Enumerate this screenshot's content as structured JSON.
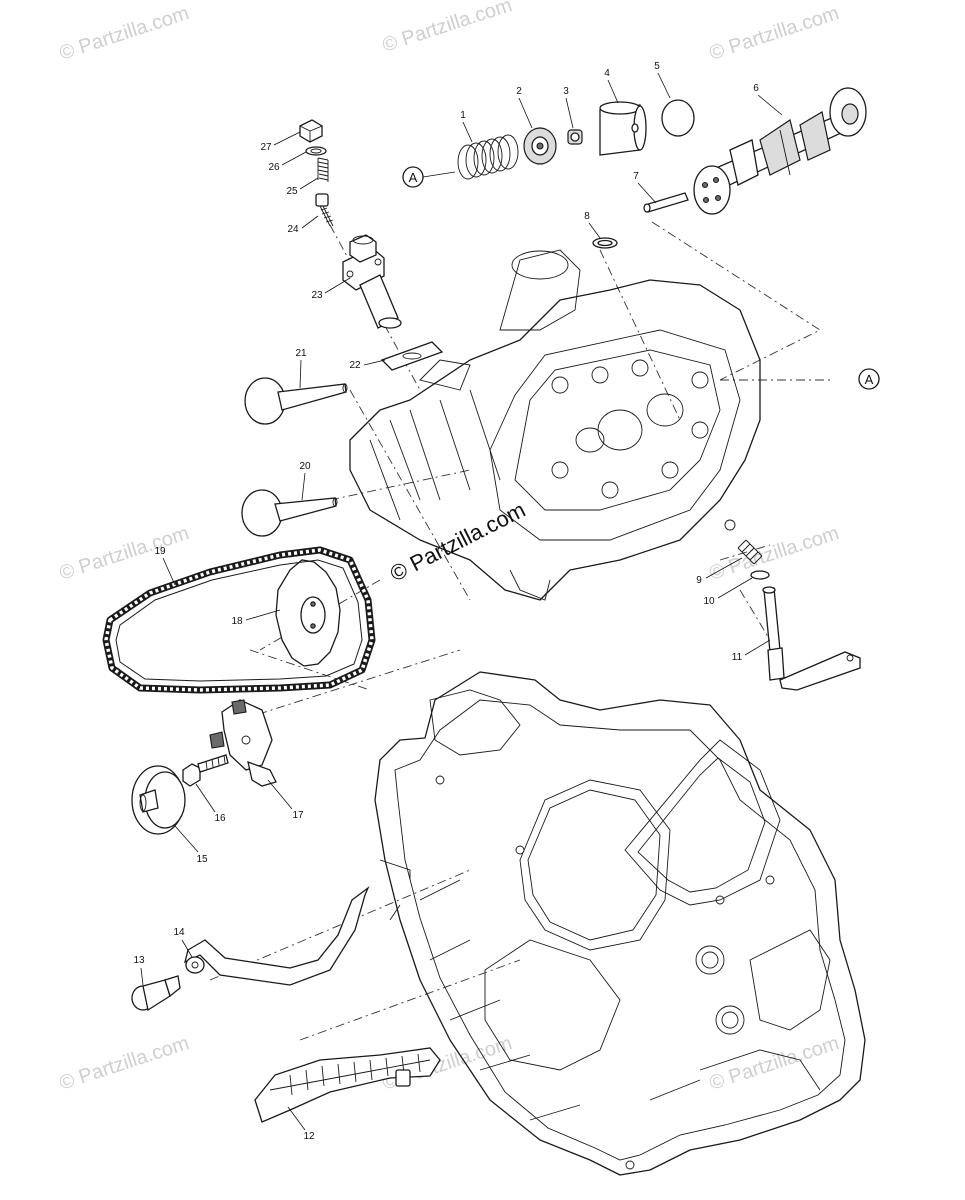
{
  "watermarks": {
    "corner_text": "© Partzilla.com",
    "center_text": "© Partzilla.com"
  },
  "reference_marker": "A",
  "part_numbers": [
    "1",
    "2",
    "3",
    "4",
    "5",
    "6",
    "7",
    "8",
    "9",
    "10",
    "11",
    "12",
    "13",
    "14",
    "15",
    "16",
    "17",
    "18",
    "19",
    "20",
    "21",
    "22",
    "23",
    "24",
    "25",
    "26",
    "27"
  ],
  "colors": {
    "line": "#1a1a1a",
    "watermark": "#cfcfcf",
    "shade": "#dcdcdc"
  }
}
